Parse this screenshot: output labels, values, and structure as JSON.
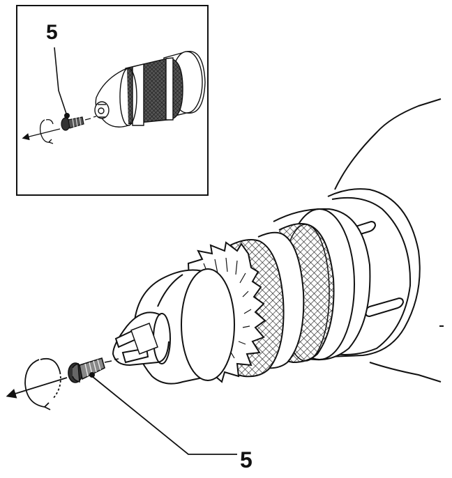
{
  "callouts": {
    "inset_number": "5",
    "main_number": "5"
  },
  "icons": [
    "drill-chuck",
    "chuck-screw",
    "counterclockwise-rotation-arrow"
  ],
  "colors": {
    "ink": "#111111",
    "background": "#ffffff",
    "knurl_dark": "#444444"
  }
}
